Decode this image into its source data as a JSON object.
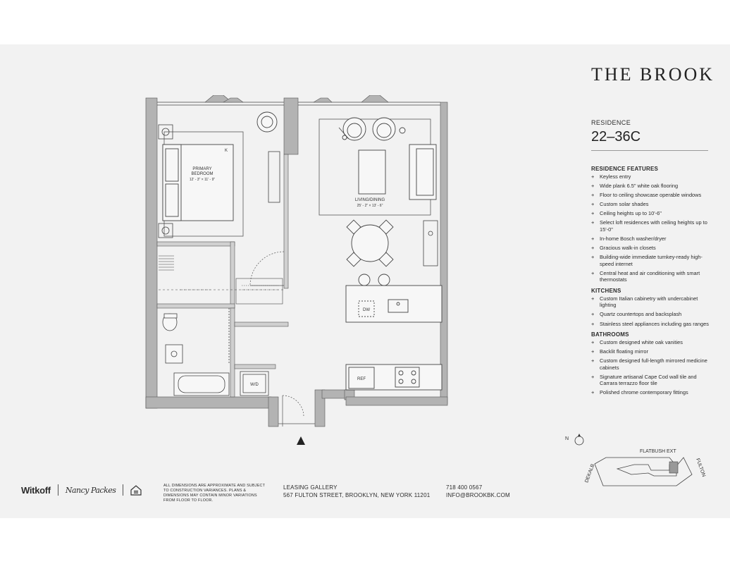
{
  "brand": "THE BROOK",
  "residence": {
    "label": "RESIDENCE",
    "number": "22–36C"
  },
  "features": [
    {
      "title": "RESIDENCE FEATURES",
      "items": [
        "Keyless entry",
        "Wide plank 6.5\" white oak flooring",
        "Floor to ceiling showcase operable windows",
        "Custom solar shades",
        "Ceiling heights up to 10'-6\"",
        "Select loft residences with ceiling heights up to 15'-0\"",
        "In-home Bosch washer/dryer",
        "Gracious walk-in closets",
        "Building-wide immediate turnkey-ready high-speed internet",
        "Central heat and air conditioning with smart thermostats"
      ]
    },
    {
      "title": "KITCHENS",
      "items": [
        "Custom Italian cabinetry with undercabinet lighting",
        "Quartz countertops and backsplash",
        "Stainless steel appliances including gas ranges"
      ]
    },
    {
      "title": "BATHROOMS",
      "items": [
        "Custom designed white oak vanities",
        "Backlit floating mirror",
        "Custom designed full-length mirrored medicine cabinets",
        "Signature artisanal Cape Cod wall tile and Carrara terrazzo floor tile",
        "Polished chrome contemporary fittings"
      ]
    }
  ],
  "plan": {
    "bedroom_name": "PRIMARY",
    "bedroom_name2": "BEDROOM",
    "bedroom_dims": "12' - 3\" × 11' - 9\"",
    "bed_mark": "K",
    "living_name": "LIVING/DINING",
    "living_dims": "25' - 2\" × 13' - 6\"",
    "dw": "DW",
    "ref": "REF",
    "wd": "W/D"
  },
  "compass": {
    "north": "N"
  },
  "keyplan": {
    "flatbush": "FLATBUSH EXT",
    "dekalb": "DEKALB",
    "fulton": "FULTON"
  },
  "footer": {
    "logo_witkoff": "Witkoff",
    "logo_signature": "Nancy Packes",
    "disclaimer": "ALL DIMENSIONS ARE APPROXIMATE AND SUBJECT TO CONSTRUCTION VARIANCES. PLANS & DIMENSIONS MAY CONTAIN MINOR VARIATIONS FROM FLOOR TO FLOOR.",
    "gallery_title": "LEASING GALLERY",
    "gallery_address": "567 FULTON STREET, BROOKLYN, NEW YORK 11201",
    "phone": "718 400 0567",
    "email": "INFO@BROOKBK.COM"
  },
  "colors": {
    "background": "#f2f2f2",
    "wall": "#b3b3b3",
    "ink": "#2b2b2b"
  }
}
